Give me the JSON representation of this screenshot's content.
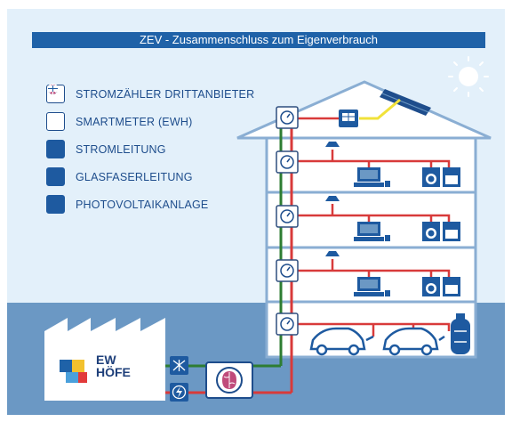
{
  "title": "ZEV - Zusammenschluss zum Eigenverbrauch",
  "legend": [
    {
      "icon": "meter-dial-icon",
      "label": "STROMZÄHLER DRITTANBIETER"
    },
    {
      "icon": "brain-smartmeter-icon",
      "label": "SMARTMETER (EWH)"
    },
    {
      "icon": "lightning-icon",
      "label": "STROMLEITUNG"
    },
    {
      "icon": "fiber-icon",
      "label": "GLASFASERLEITUNG"
    },
    {
      "icon": "solar-panel-icon",
      "label": "PHOTOVOLTAIKANLAGE"
    }
  ],
  "logo": {
    "line1": "EW",
    "line2": "HÖFE"
  },
  "colors": {
    "title_bar": "#1f62a8",
    "sky": "#e3f0fa",
    "ground": "#6b98c4",
    "house_outline": "#8aaed3",
    "power_line": "#d83a3a",
    "fiber_line": "#2e7d32",
    "solar_line": "#f1e23a",
    "icon_blue": "#1e5aa0"
  }
}
